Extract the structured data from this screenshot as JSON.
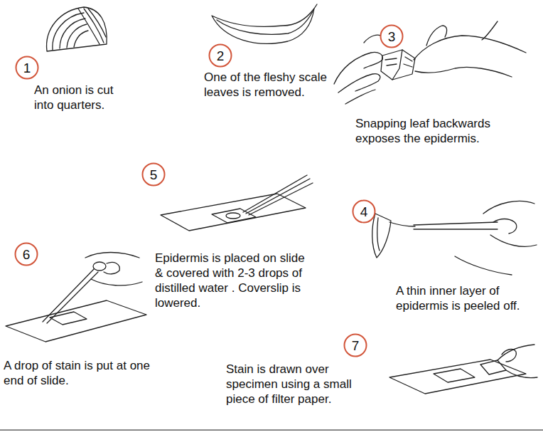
{
  "diagram": {
    "nodes": [
      {
        "text": [
          "1"
        ]
      },
      {
        "text": [
          "2"
        ]
      },
      {
        "text": [
          "3"
        ]
      },
      {
        "text": [
          "5"
        ]
      },
      {
        "text": [
          "4"
        ]
      },
      {
        "text": [
          "6"
        ]
      },
      {
        "text": [
          "7"
        ]
      }
    ],
    "labels": [
      "An onion is cut into quarters.",
      "One of the fleshy scale leaves is removed.",
      "Snapping leaf backwards exposes the epidermis.",
      "Epidermis is placed on slide & covered with 2-3 drops of distilled water . Coverslip is lowered.",
      "A thin inner layer of epidermis is peeled off.",
      "A drop of stain is put at one end of slide.",
      "Stain is drawn over specimen using a small piece of filter paper."
    ]
  }
}
